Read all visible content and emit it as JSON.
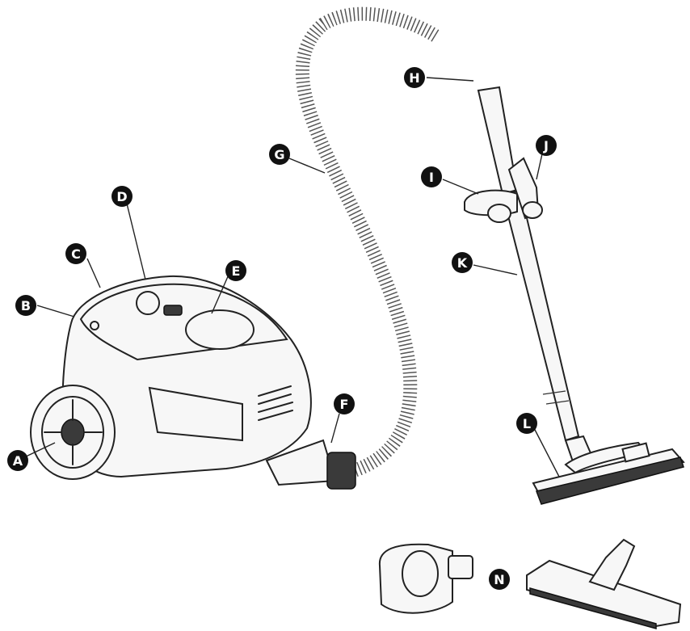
{
  "callouts": {
    "A": "A",
    "B": "B",
    "C": "C",
    "D": "D",
    "E": "E",
    "F": "F",
    "G": "G",
    "H": "H",
    "I": "I",
    "J": "J",
    "K": "K",
    "L": "L",
    "N": "N"
  },
  "colors": {
    "callout_badge": "#111111",
    "callout_text": "#ffffff",
    "line_art": "#222222"
  }
}
